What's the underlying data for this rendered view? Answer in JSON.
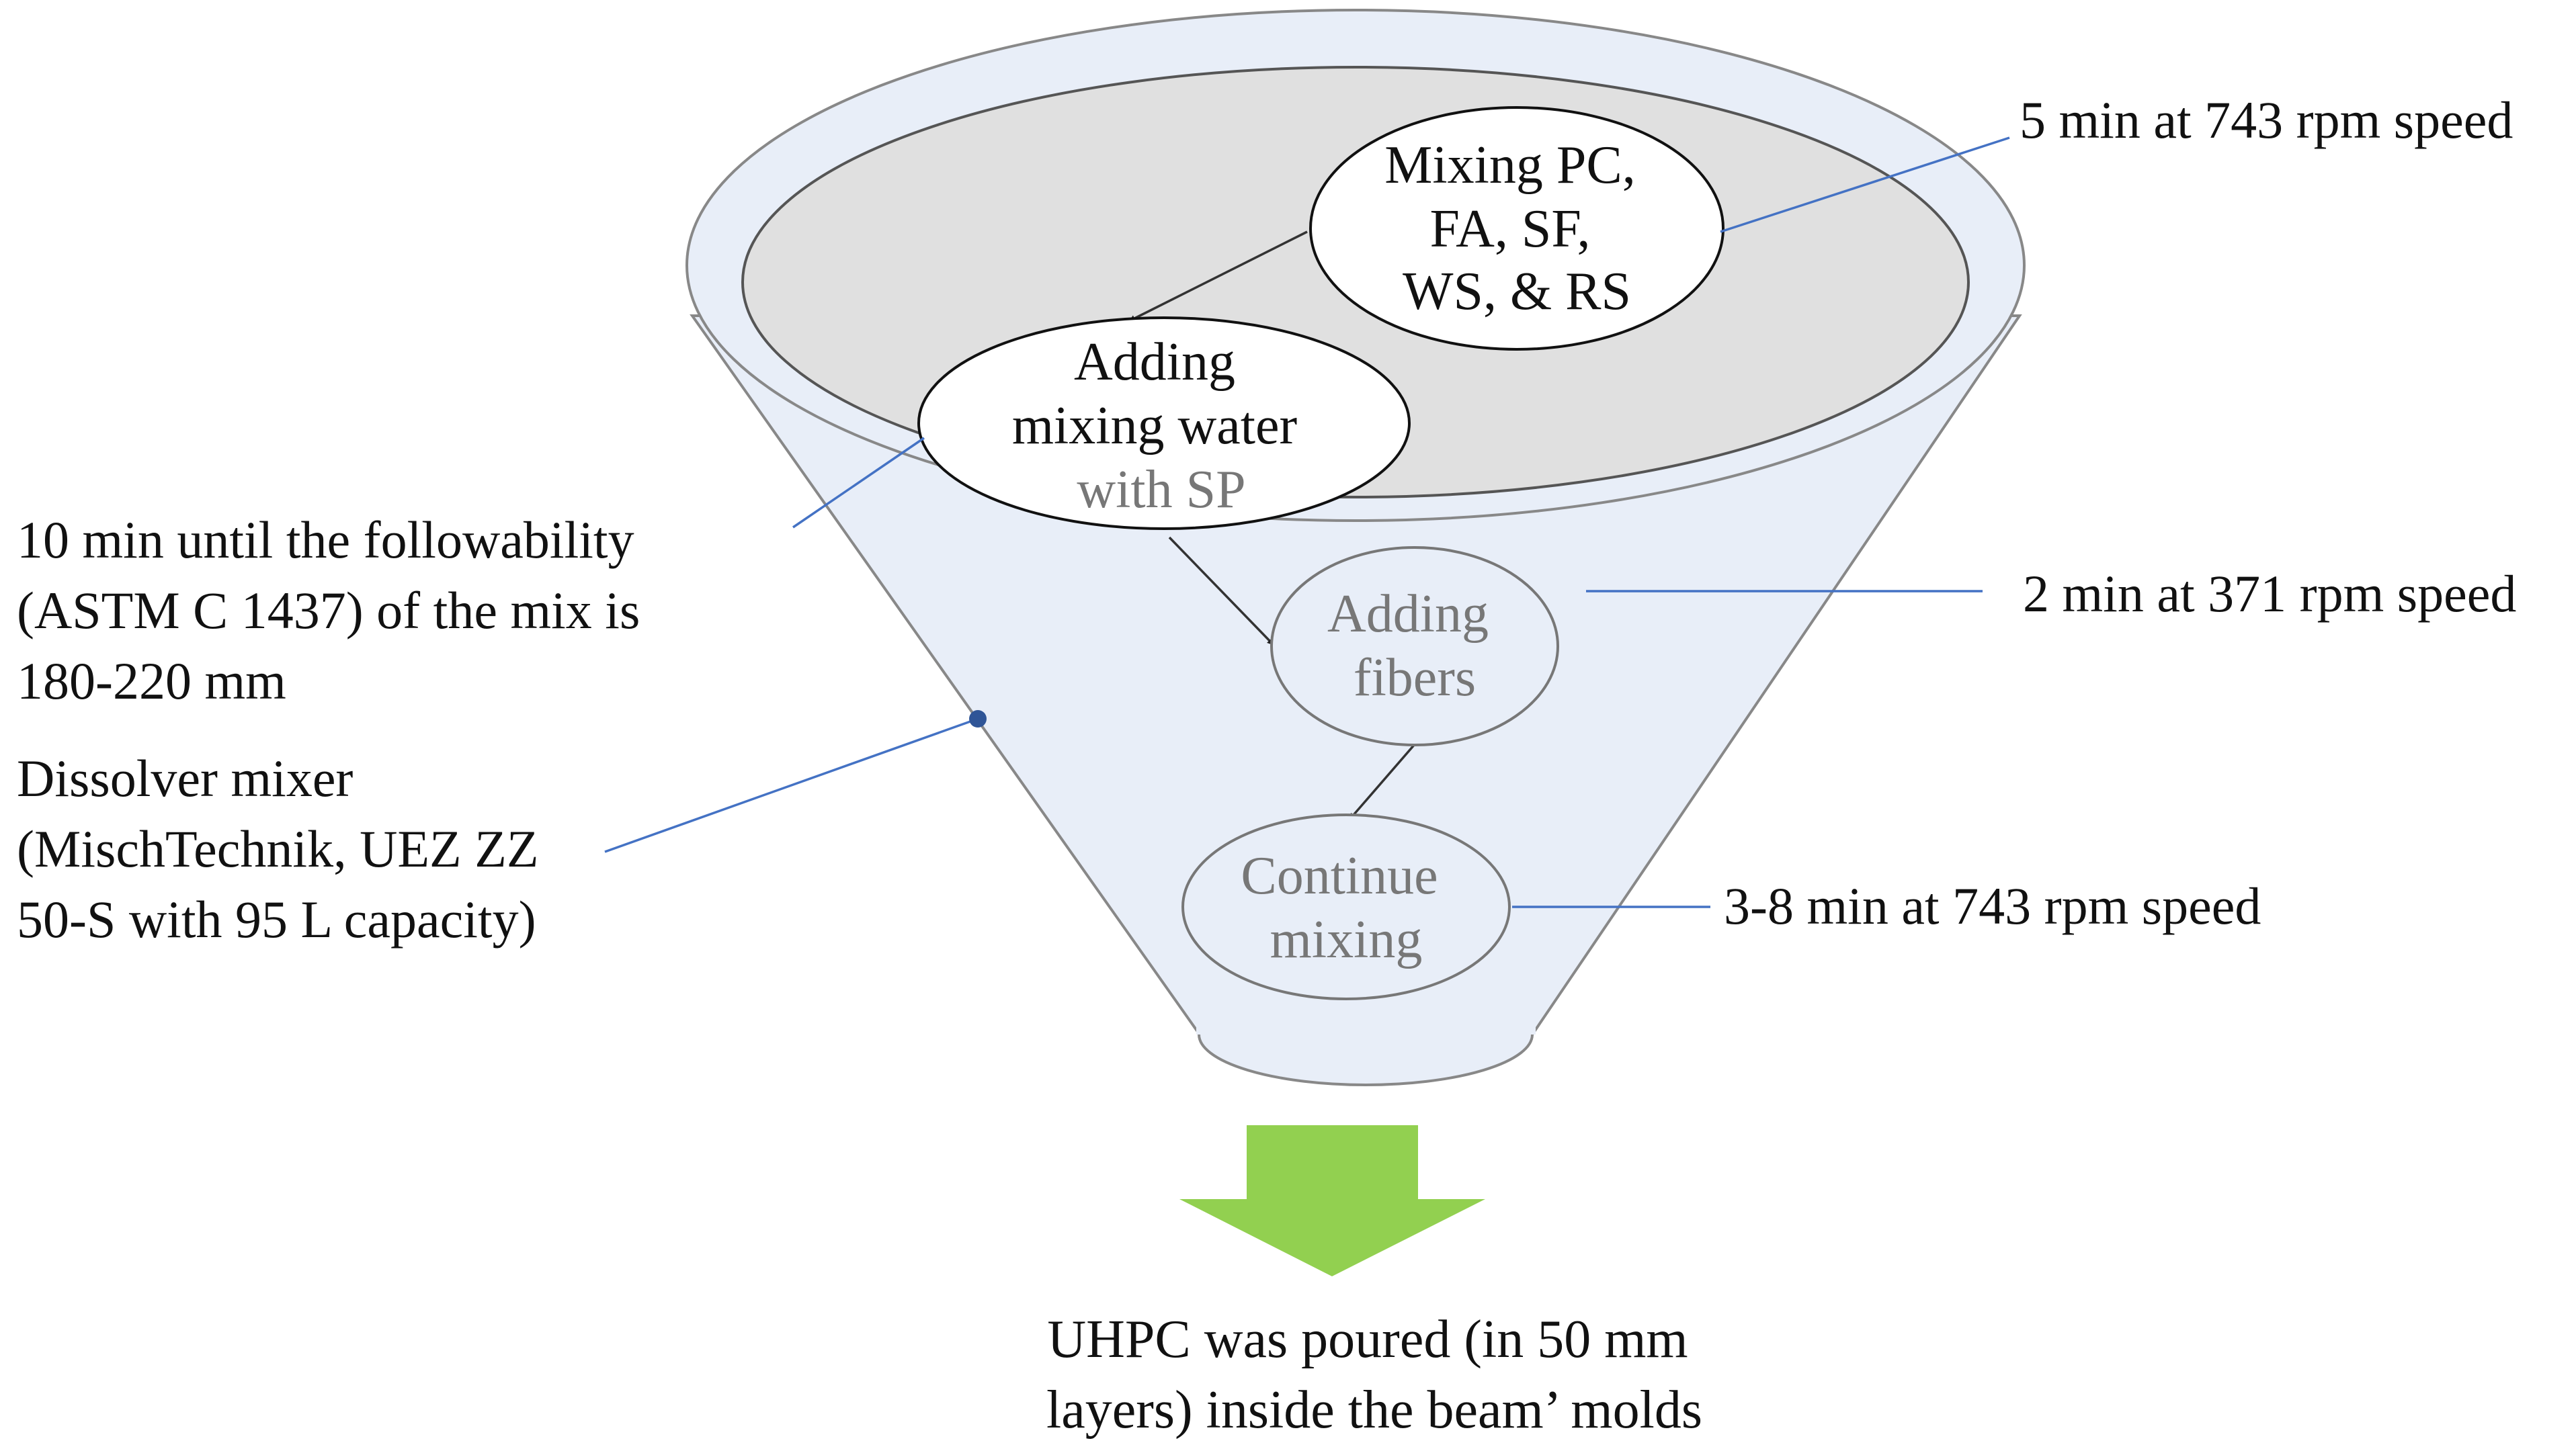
{
  "steps": {
    "mixing_dry": [
      "Mixing PC,",
      "FA, SF,",
      "WS, & RS"
    ],
    "adding_water": [
      "Adding",
      "mixing water",
      "with SP"
    ],
    "adding_fibers": [
      "Adding",
      "fibers"
    ],
    "continue_mixing": [
      "Continue",
      "mixing"
    ]
  },
  "annotations": {
    "step1_time": "5 min at 743 rpm speed",
    "step2_time": [
      "10 min until the followability",
      "(ASTM C 1437) of the mix is",
      "180-220 mm"
    ],
    "step3_time": "2 min at 371 rpm speed",
    "step4_time": "3-8 min at 743 rpm speed",
    "mixer": [
      "Dissolver mixer",
      "(MischTechnik, UEZ ZZ",
      "50-S with 95 L capacity)"
    ]
  },
  "output": {
    "label": [
      "UHPC was poured (in 50 mm",
      "layers) inside the beam’ molds"
    ]
  },
  "colors": {
    "funnel_fill": "#e8eef8",
    "inner_fill": "#e0e0e0",
    "leader": "#4472c4",
    "output_arrow": "#92d050",
    "faded_text": "#777777"
  }
}
